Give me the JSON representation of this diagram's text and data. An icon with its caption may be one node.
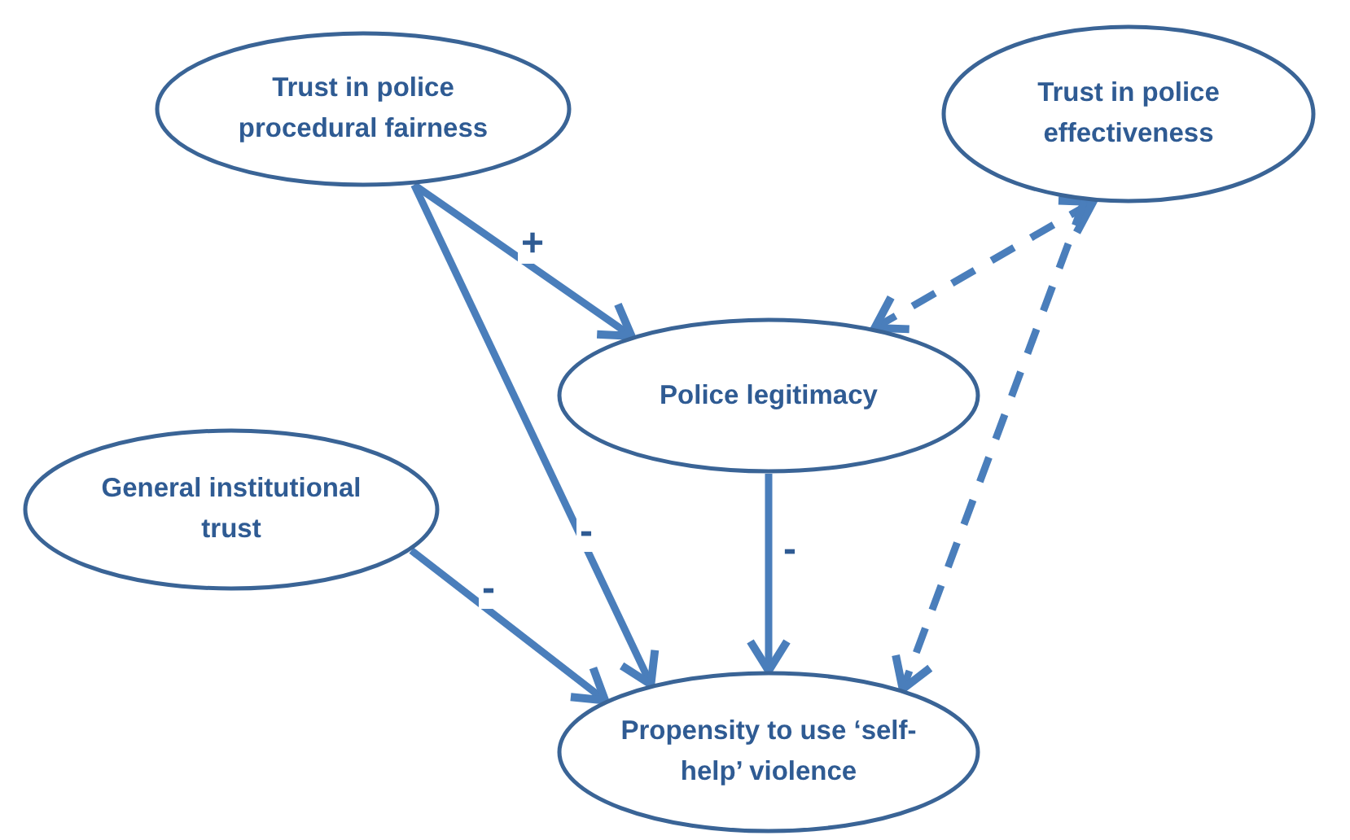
{
  "diagram": {
    "nodes": [
      {
        "text": [
          "Trust in police procedural fairness"
        ]
      },
      {
        "text": [
          "Trust in police effectiveness"
        ]
      },
      {
        "text": [
          "Police legitimacy"
        ]
      },
      {
        "text": [
          "General institutional trust"
        ]
      },
      {
        "text": [
          "Propensity to use ‘self-help’ violence"
        ]
      }
    ],
    "edges": [
      {
        "from": 0,
        "to": 2,
        "arrow": "to",
        "label": "+"
      },
      {
        "from": 0,
        "to": 4,
        "arrow": "to",
        "label": "-"
      },
      {
        "from": 2,
        "to": 4,
        "arrow": "to",
        "label": "-"
      },
      {
        "from": 3,
        "to": 4,
        "arrow": "to",
        "label": "-"
      },
      {
        "from": 1,
        "to": 2,
        "arrow": "both",
        "style": "dashed"
      },
      {
        "from": 1,
        "to": 4,
        "arrow": "to",
        "style": "dashed"
      }
    ]
  }
}
